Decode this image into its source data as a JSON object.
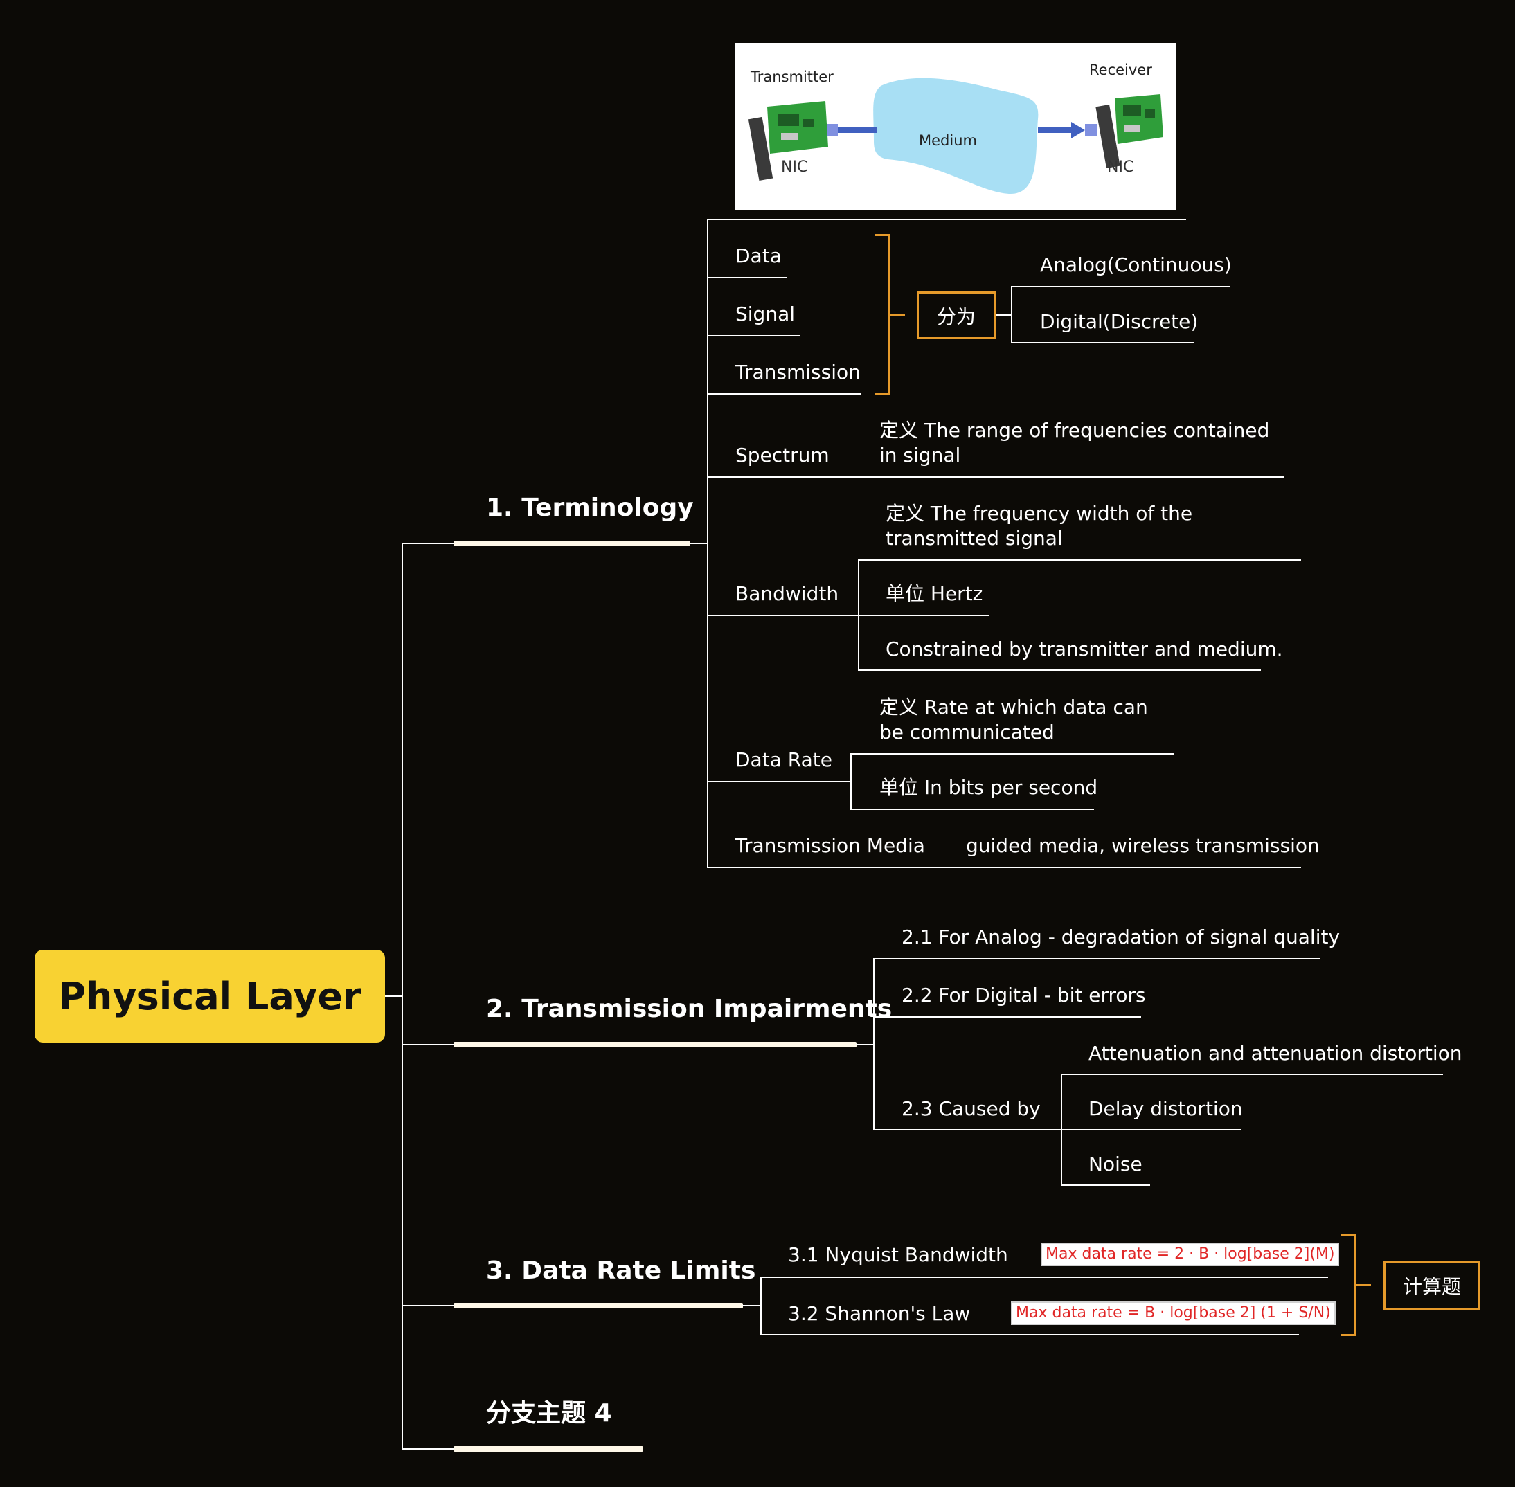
{
  "root": {
    "label": "Physical Layer"
  },
  "illustration": {
    "transmitter_label": "Transmitter",
    "receiver_label": "Receiver",
    "medium_label": "Medium",
    "nic_left": "NIC",
    "nic_right": "NIC"
  },
  "branch1": {
    "title": "1. Terminology",
    "data": "Data",
    "signal": "Signal",
    "transmission": "Transmission",
    "divide_label": "分为",
    "analog": "Analog(Continuous)",
    "digital": "Digital(Discrete)",
    "spectrum": "Spectrum",
    "spectrum_def": "定义 The range of frequencies contained in signal",
    "bandwidth": "Bandwidth",
    "bandwidth_def": "定义 The frequency width of the transmitted signal",
    "bandwidth_unit": "单位 Hertz",
    "bandwidth_constraint": "Constrained by transmitter and medium.",
    "data_rate": "Data Rate",
    "data_rate_def": "定义 Rate at which data can be communicated",
    "data_rate_unit": "单位 In bits per second",
    "transmission_media": "Transmission Media",
    "transmission_media_desc": "guided media, wireless transmission"
  },
  "branch2": {
    "title": "2. Transmission Impairments",
    "analog": "2.1 For Analog - degradation of signal quality",
    "digital": "2.2 For Digital - bit errors",
    "caused_by": "2.3 Caused by",
    "cause_1": "Attenuation and attenuation distortion",
    "cause_2": "Delay distortion",
    "cause_3": "Noise"
  },
  "branch3": {
    "title": "3. Data Rate Limits",
    "nyquist": "3.1 Nyquist Bandwidth",
    "nyquist_formula": "Max data rate = 2 · B · log[base 2](M)",
    "shannon": "3.2 Shannon's Law",
    "shannon_formula": "Max data rate = B · log[base 2] (1 + S/N)",
    "calc_label": "计算题"
  },
  "branch4": {
    "title": "分支主题 4"
  },
  "colors": {
    "background": "#0c0a06",
    "root_fill": "#f8d232",
    "bracket": "#e69a2a",
    "formula_text": "#e02626"
  }
}
